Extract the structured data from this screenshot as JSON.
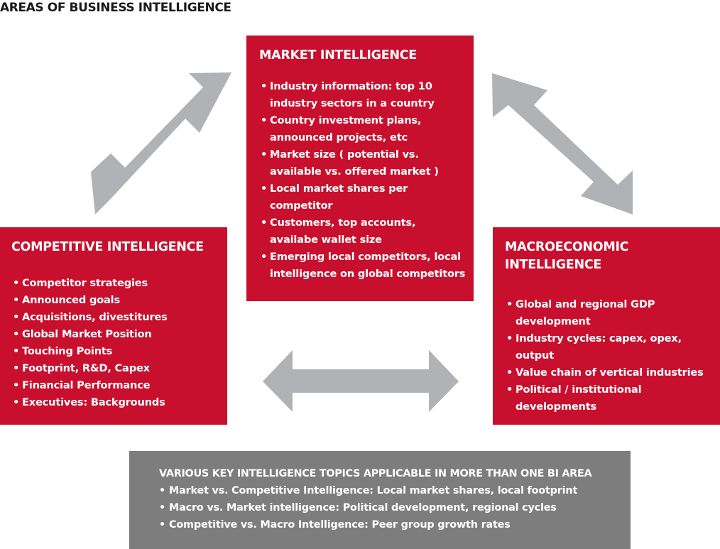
{
  "title": "AREAS OF BUSINESS INTELLIGENCE",
  "colors": {
    "box_red": "#c8102e",
    "arrow_gray": "#b1b2b5",
    "bottom_gray": "#7d7d7e"
  },
  "icons": {
    "bullet": "•"
  },
  "market": {
    "heading": "MARKET INTELLIGENCE",
    "items": [
      [
        "Industry information: top 10",
        "industry sectors in a country"
      ],
      [
        "Country investment plans,",
        "announced projects, etc"
      ],
      [
        "Market size ( potential vs.",
        "available vs. offered market )"
      ],
      [
        "Local market shares per",
        "competitor"
      ],
      [
        "Customers, top accounts,",
        "availabe wallet size"
      ],
      [
        "Emerging local competitors, local",
        "intelligence on global competitors"
      ]
    ]
  },
  "competitive": {
    "heading": "COMPETITIVE INTELLIGENCE",
    "items": [
      "Competitor strategies",
      "Announced goals",
      "Acquisitions, divestitures",
      "Global Market Position",
      "Touching Points",
      "Footprint, R&D, Capex",
      "Financial Performance",
      "Executives: Backgrounds"
    ]
  },
  "macro": {
    "heading_line1": "MACROECONOMIC",
    "heading_line2": "INTELLIGENCE",
    "items": [
      [
        "Global and regional GDP",
        "development"
      ],
      [
        "Industry cycles: capex, opex,",
        "output"
      ],
      [
        "Value chain of vertical industries"
      ],
      [
        "Political / institutional",
        "developments"
      ]
    ]
  },
  "bottom": {
    "heading": "VARIOUS KEY INTELLIGENCE TOPICS APPLICABLE IN MORE THAN ONE BI AREA",
    "items": [
      "Market  vs. Competitive Intelligence: Local market shares, local footprint",
      "Macro vs. Market intelligence: Political development, regional cycles",
      "Competitive vs. Macro Intelligence: Peer group growth rates"
    ]
  }
}
